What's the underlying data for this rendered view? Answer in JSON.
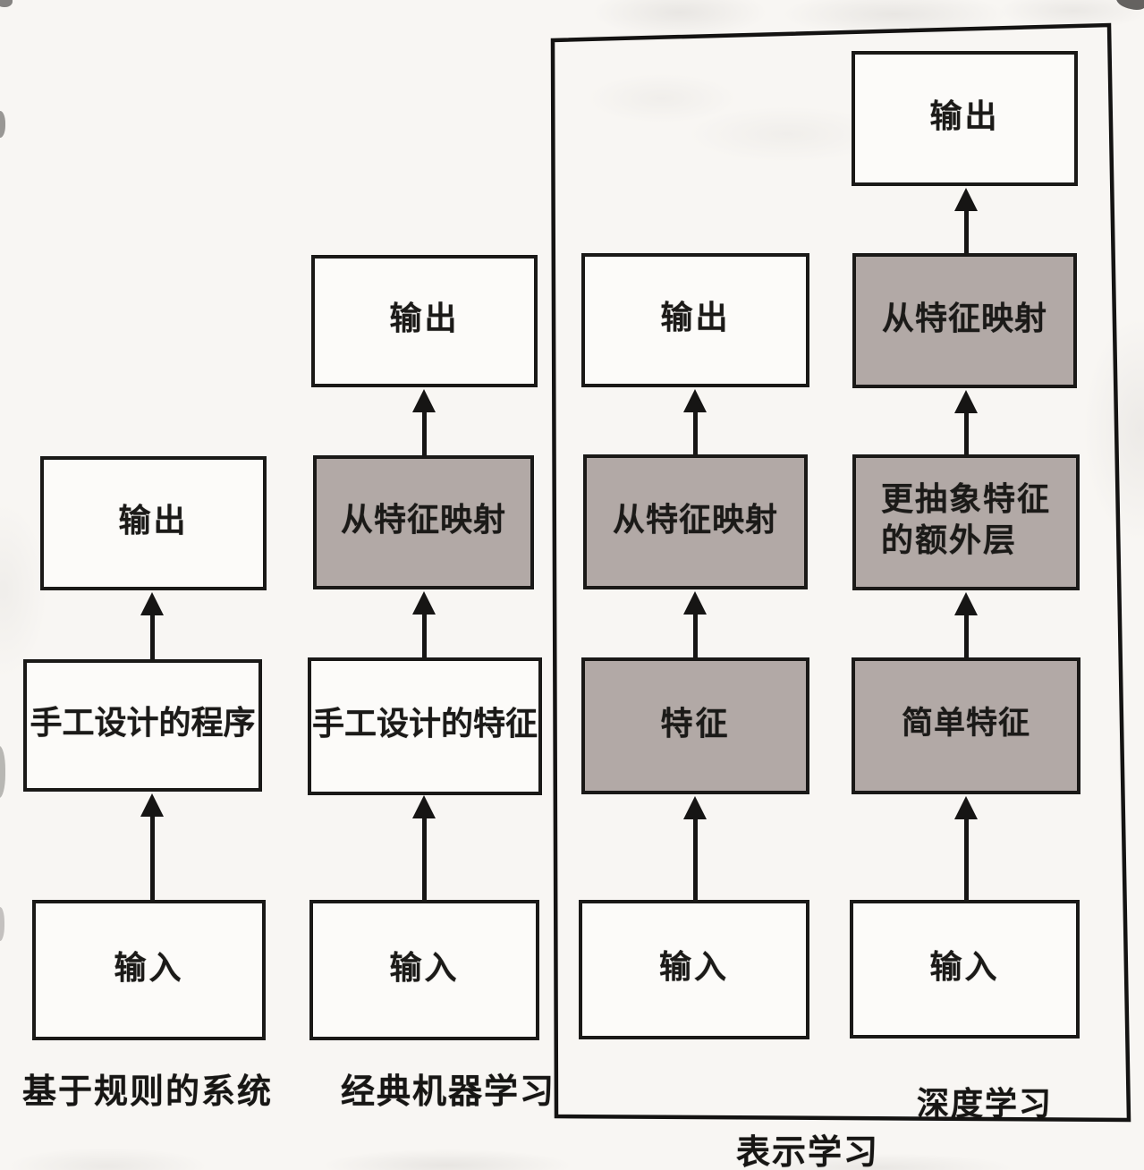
{
  "figure": {
    "colors": {
      "paper": "#f8f6f3",
      "box_plain_fill": "#fcfbf9",
      "box_shaded_fill": "#b2a9a6",
      "box_border": "#1a1917",
      "arrow": "#161514",
      "text": "#1b1a18"
    },
    "container_caption_inside": "深度学习",
    "container_caption_below": "表示学习",
    "columns": [
      {
        "name": "rule-based-system",
        "caption": "基于规则的系统",
        "boxes": [
          {
            "label": "输出",
            "shaded": false
          },
          {
            "label": "手工设计的程序",
            "shaded": false
          },
          {
            "label": "输入",
            "shaded": false
          }
        ]
      },
      {
        "name": "classic-machine-learning",
        "caption": "经典机器学习",
        "boxes": [
          {
            "label": "输出",
            "shaded": false
          },
          {
            "label": "从特征映射",
            "shaded": true
          },
          {
            "label": "手工设计的特征",
            "shaded": false
          },
          {
            "label": "输入",
            "shaded": false
          }
        ]
      },
      {
        "name": "representation-learning",
        "caption": "",
        "boxes": [
          {
            "label": "输出",
            "shaded": false
          },
          {
            "label": "从特征映射",
            "shaded": true
          },
          {
            "label": "特征",
            "shaded": true
          },
          {
            "label": "输入",
            "shaded": false
          }
        ]
      },
      {
        "name": "deep-learning",
        "caption": "深度学习",
        "boxes": [
          {
            "label": "输出",
            "shaded": false
          },
          {
            "label": "从特征映射",
            "shaded": true
          },
          {
            "label": "更抽象特征的额外层",
            "lines": [
              "更抽象特征",
              "的额外层"
            ],
            "shaded": true
          },
          {
            "label": "简单特征",
            "shaded": true
          },
          {
            "label": "输入",
            "shaded": false
          }
        ]
      }
    ]
  }
}
